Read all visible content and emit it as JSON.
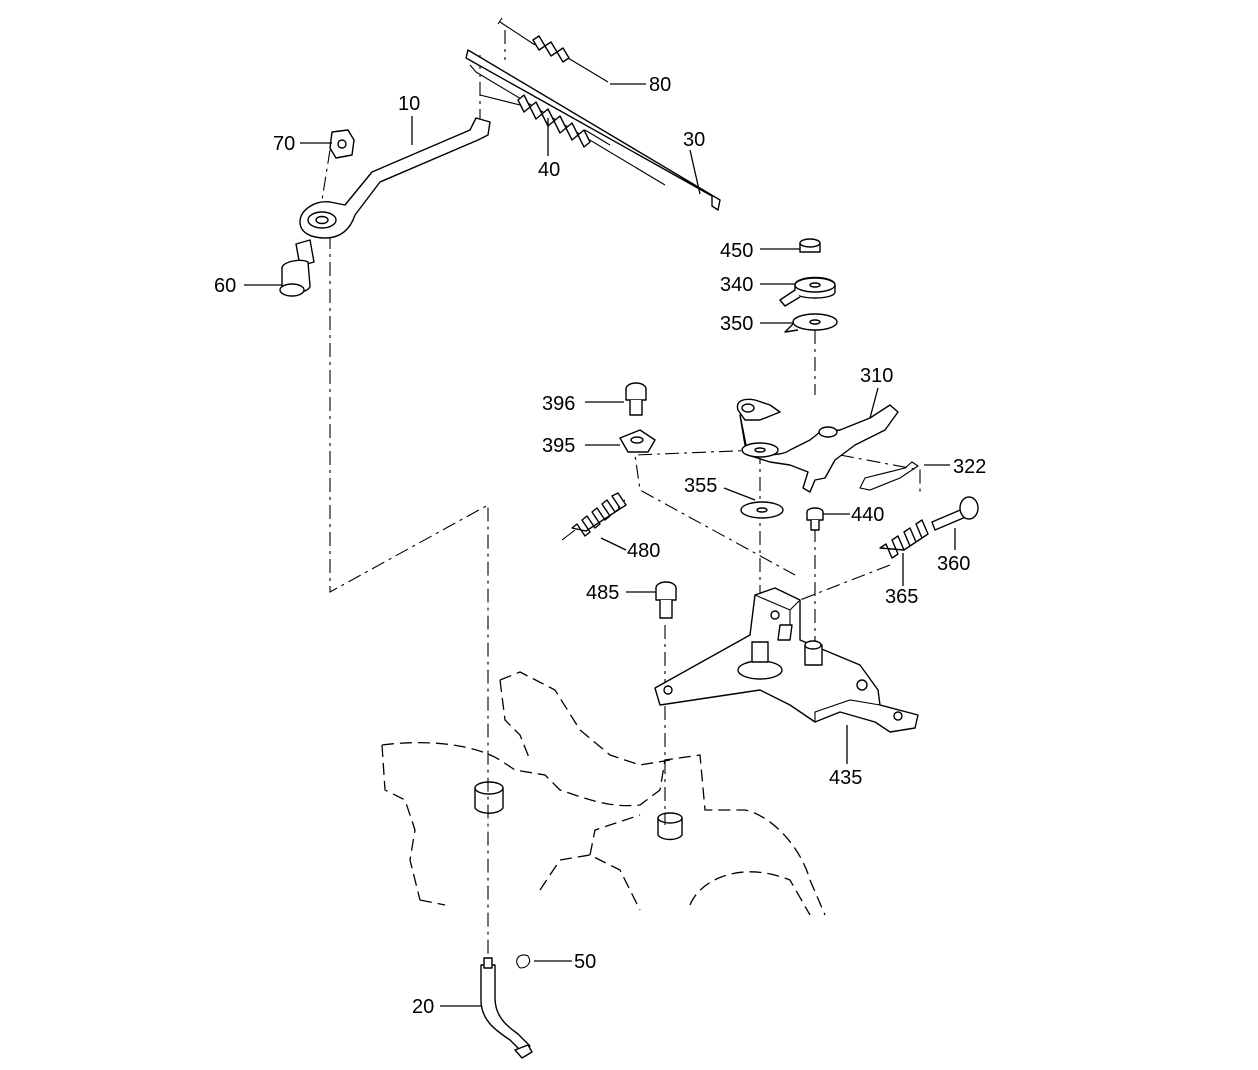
{
  "callouts": [
    {
      "id": "10",
      "label": "10"
    },
    {
      "id": "20",
      "label": "20"
    },
    {
      "id": "30",
      "label": "30"
    },
    {
      "id": "40",
      "label": "40"
    },
    {
      "id": "50",
      "label": "50"
    },
    {
      "id": "60",
      "label": "60"
    },
    {
      "id": "70",
      "label": "70"
    },
    {
      "id": "80",
      "label": "80"
    },
    {
      "id": "310",
      "label": "310"
    },
    {
      "id": "322",
      "label": "322"
    },
    {
      "id": "340",
      "label": "340"
    },
    {
      "id": "350",
      "label": "350"
    },
    {
      "id": "355",
      "label": "355"
    },
    {
      "id": "360",
      "label": "360"
    },
    {
      "id": "365",
      "label": "365"
    },
    {
      "id": "395",
      "label": "395"
    },
    {
      "id": "396",
      "label": "396"
    },
    {
      "id": "435",
      "label": "435"
    },
    {
      "id": "440",
      "label": "440"
    },
    {
      "id": "450",
      "label": "450"
    },
    {
      "id": "480",
      "label": "480"
    },
    {
      "id": "485",
      "label": "485"
    }
  ]
}
